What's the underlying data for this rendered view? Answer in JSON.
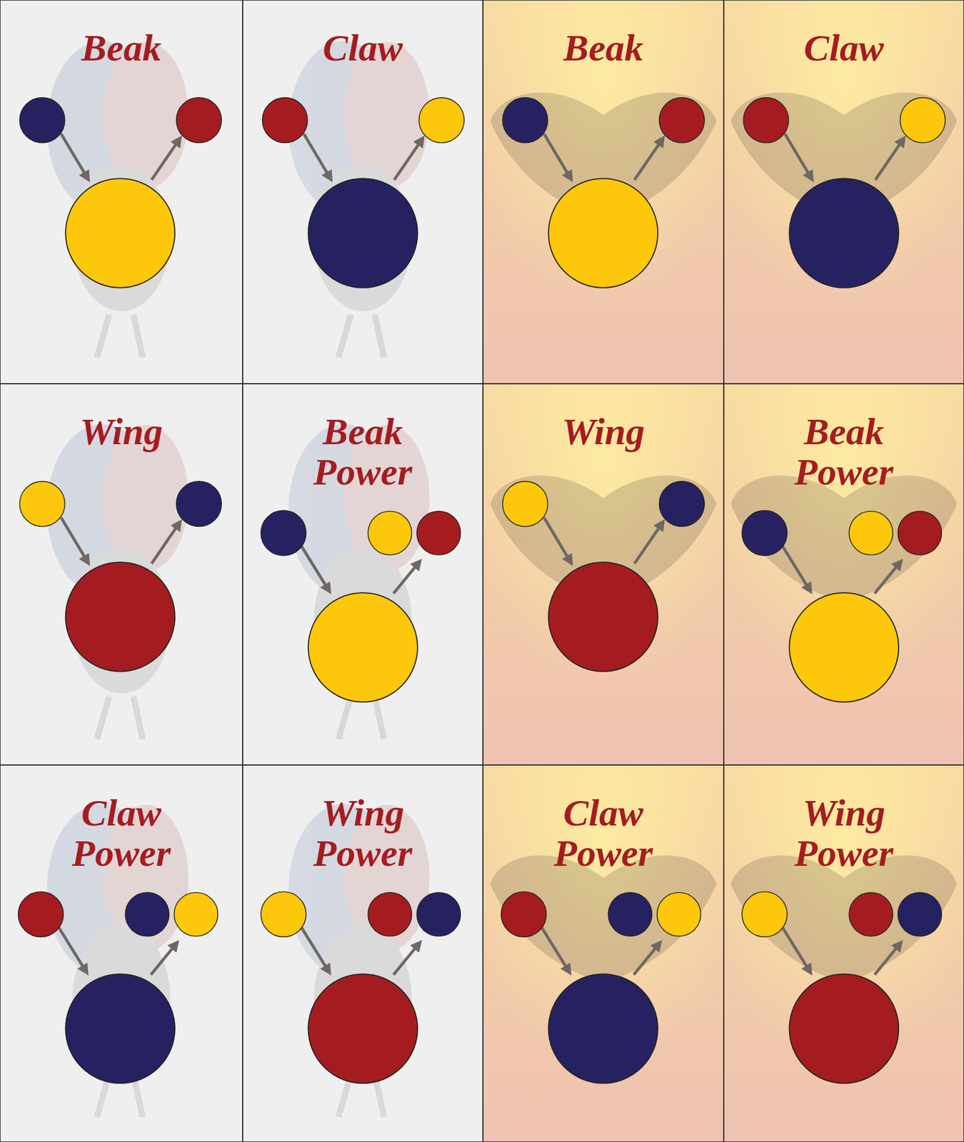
{
  "diagram": {
    "nodes": [
      {
        "text": [
          "Beak"
        ]
      },
      {
        "text": [
          "Claw"
        ]
      },
      {
        "text": [
          "Beak"
        ]
      },
      {
        "text": [
          "Claw"
        ]
      },
      {
        "text": [
          "Wing"
        ]
      },
      {
        "text": [
          "Beak Power"
        ]
      },
      {
        "text": [
          "Wing"
        ]
      },
      {
        "text": [
          "Beak Power"
        ]
      },
      {
        "text": [
          "Claw Power"
        ]
      },
      {
        "text": [
          "Wing Power"
        ]
      },
      {
        "text": [
          "Claw Power"
        ]
      },
      {
        "text": [
          "Wing Power"
        ]
      }
    ]
  }
}
